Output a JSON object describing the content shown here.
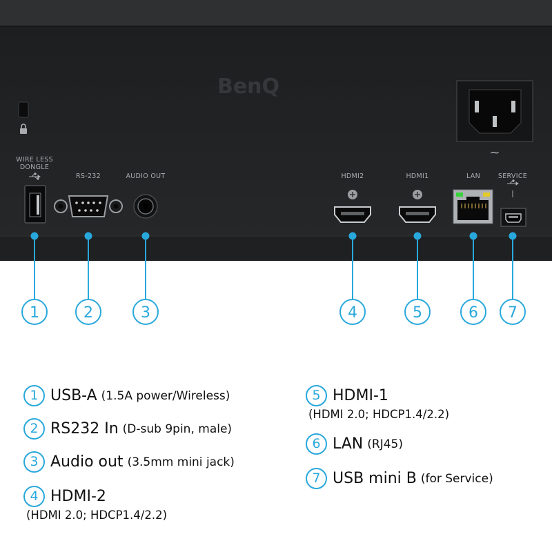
{
  "brand": {
    "logo": "BenQ",
    "accent_color": "#29a8dc",
    "panel_color": "#222426"
  },
  "panel_labels": {
    "wireless_dongle_line1": "WIRE LESS",
    "wireless_dongle_line2": "DONGLE",
    "rs232": "RS-232",
    "audio_out": "AUDIO OUT",
    "hdmi2": "HDMI2",
    "hdmi1": "HDMI1",
    "lan": "LAN",
    "service": "SERVICE",
    "ac_symbol": "~"
  },
  "icons": [
    "kensington-lock-icon",
    "padlock-icon",
    "usb-symbol-icon",
    "power-inlet-icon",
    "screw-icon"
  ],
  "callouts": [
    "1",
    "2",
    "3",
    "4",
    "5",
    "6",
    "7"
  ],
  "legend": [
    {
      "num": "1",
      "name": "USB-A",
      "spec": "(1.5A power/Wireless)"
    },
    {
      "num": "2",
      "name": "RS232 In",
      "spec": "(D-sub 9pin, male)"
    },
    {
      "num": "3",
      "name": "Audio out",
      "spec": "(3.5mm mini jack)"
    },
    {
      "num": "4",
      "name": "HDMI-2",
      "spec": "(HDMI 2.0; HDCP1.4/2.2)"
    },
    {
      "num": "5",
      "name": "HDMI-1",
      "spec": "(HDMI 2.0; HDCP1.4/2.2)"
    },
    {
      "num": "6",
      "name": "LAN",
      "spec": "(RJ45)"
    },
    {
      "num": "7",
      "name": "USB mini B",
      "spec": "(for Service)"
    }
  ]
}
